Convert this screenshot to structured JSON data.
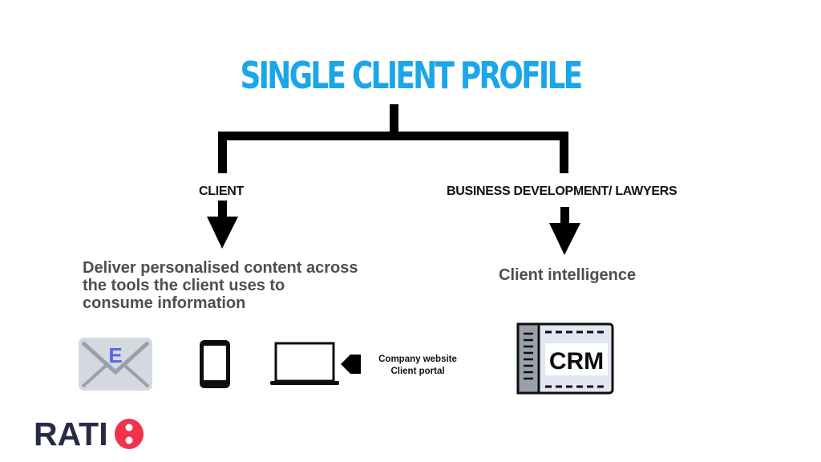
{
  "title": "SINGLE CLIENT PROFILE",
  "branches": {
    "left": {
      "label": "CLIENT",
      "description_lines": [
        "Deliver personalised content across",
        "the tools the client uses to",
        "consume information"
      ],
      "icons": [
        "email-icon",
        "smartphone-icon",
        "laptop-icon"
      ],
      "pointer_caption_lines": [
        "Company website",
        "Client portal"
      ]
    },
    "right": {
      "label": "BUSINESS DEVELOPMENT/ LAWYERS",
      "description": "Client intelligence",
      "icon": "crm-icon",
      "icon_text": "CRM"
    }
  },
  "email_letter": "E",
  "logo": {
    "text": "RATI",
    "icon": "logo-o-icon"
  },
  "colors": {
    "title": "#1aa6e8",
    "text_gray": "#4d4d55",
    "lines": "#000000",
    "logo_navy": "#282b48",
    "logo_red": "#f0324c",
    "email_body": "#d4d8df",
    "email_letter": "#5468e0",
    "crm_fill": "#e3e7f4"
  }
}
